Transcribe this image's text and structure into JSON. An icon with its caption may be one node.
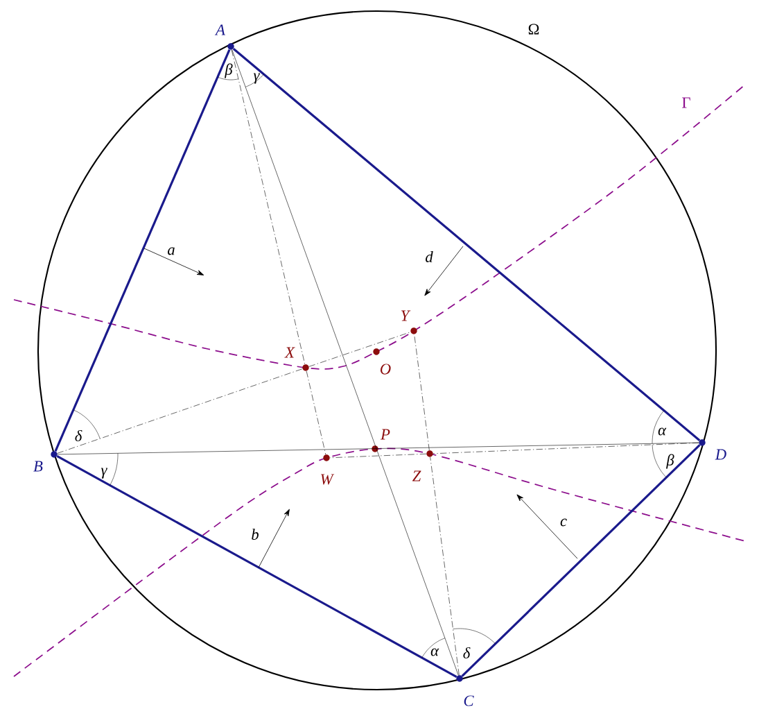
{
  "diagram": {
    "nodes": [
      {
        "text": [
          "A"
        ]
      },
      {
        "text": [
          "B"
        ]
      },
      {
        "text": [
          "C"
        ]
      },
      {
        "text": [
          "D"
        ]
      },
      {
        "text": [
          "X"
        ]
      },
      {
        "text": [
          "Y"
        ]
      },
      {
        "text": [
          "Z"
        ]
      },
      {
        "text": [
          "W"
        ]
      },
      {
        "text": [
          "O"
        ]
      },
      {
        "text": [
          "P"
        ]
      }
    ],
    "edges": [
      {
        "from": 0,
        "to": 1,
        "arrow": "none",
        "style": "thick",
        "color": "#1a1a8c"
      },
      {
        "from": 1,
        "to": 2,
        "arrow": "none",
        "style": "thick",
        "color": "#1a1a8c"
      },
      {
        "from": 2,
        "to": 3,
        "arrow": "none",
        "style": "thick",
        "color": "#1a1a8c"
      },
      {
        "from": 3,
        "to": 0,
        "arrow": "none",
        "style": "thick",
        "color": "#1a1a8c"
      },
      {
        "from": 0,
        "to": 2,
        "arrow": "none"
      },
      {
        "from": 1,
        "to": 3,
        "arrow": "none"
      },
      {
        "from": 0,
        "to": 4,
        "arrow": "none",
        "style": "dashed"
      },
      {
        "from": 4,
        "to": 7,
        "arrow": "none",
        "style": "dashed"
      },
      {
        "from": 1,
        "to": 4,
        "arrow": "none",
        "style": "dashed"
      },
      {
        "from": 4,
        "to": 5,
        "arrow": "none",
        "style": "dashed"
      },
      {
        "from": 2,
        "to": 6,
        "arrow": "none",
        "style": "dashed"
      },
      {
        "from": 6,
        "to": 5,
        "arrow": "none",
        "style": "dashed"
      },
      {
        "from": 3,
        "to": 6,
        "arrow": "none",
        "style": "dashed"
      },
      {
        "from": 6,
        "to": 7,
        "arrow": "none",
        "style": "dashed"
      }
    ],
    "labels": [
      "Ω",
      "β",
      "γ",
      "Γ",
      "a",
      "d",
      "α",
      "δ",
      "γ",
      "β",
      "c",
      "b",
      "α",
      "δ"
    ]
  }
}
